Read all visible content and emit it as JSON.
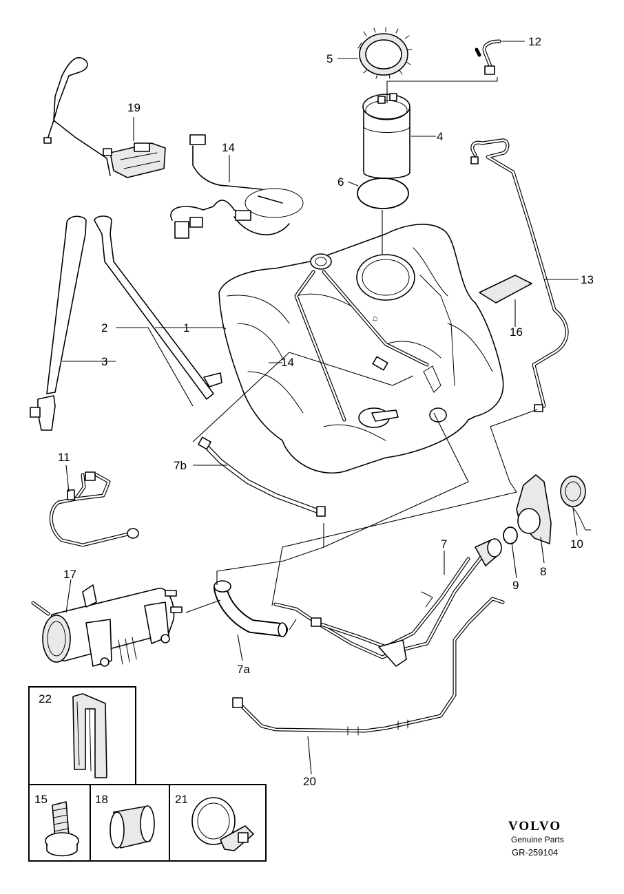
{
  "callouts": {
    "c1": "1",
    "c2": "2",
    "c3": "3",
    "c4": "4",
    "c5": "5",
    "c6": "6",
    "c7": "7",
    "c7a": "7a",
    "c7b": "7b",
    "c8": "8",
    "c9": "9",
    "c10": "10",
    "c11": "11",
    "c12": "12",
    "c13": "13",
    "c14a": "14",
    "c14b": "14",
    "c15": "15",
    "c16": "16",
    "c17": "17",
    "c18": "18",
    "c19": "19",
    "c20": "20",
    "c21": "21",
    "c22": "22"
  },
  "footer": {
    "brand": "VOLVO",
    "tagline": "Genuine Parts",
    "code": "GR-259104"
  }
}
